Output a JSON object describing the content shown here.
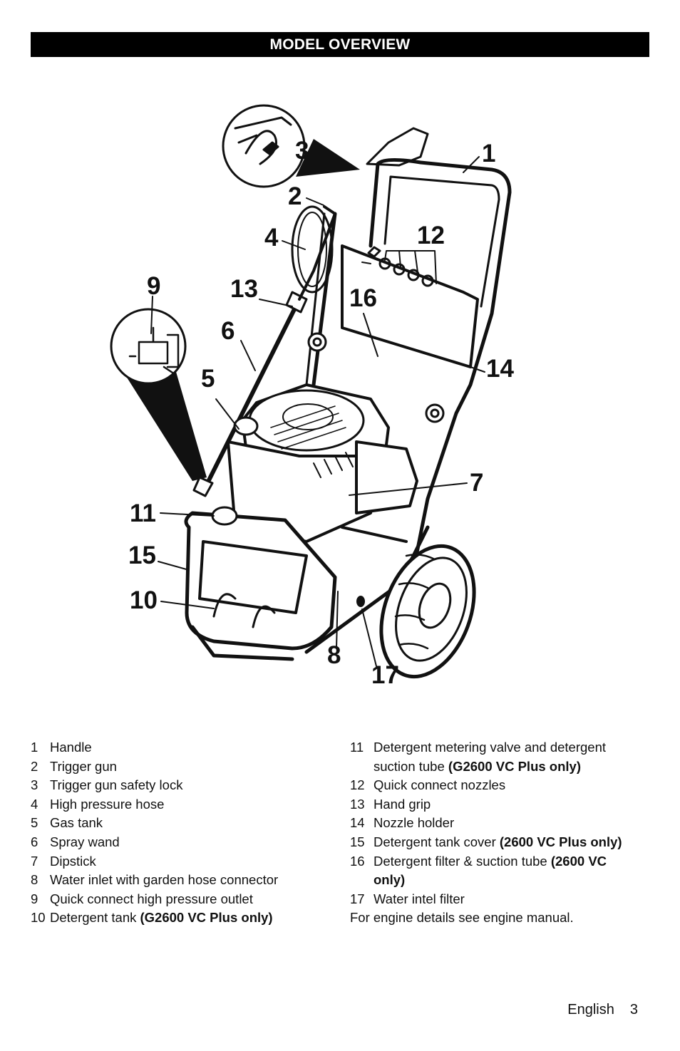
{
  "header": {
    "title": "MODEL OVERVIEW"
  },
  "figure": {
    "callouts": [
      "1",
      "2",
      "3",
      "4",
      "5",
      "6",
      "7",
      "8",
      "9",
      "10",
      "11",
      "12",
      "13",
      "14",
      "15",
      "16",
      "17"
    ]
  },
  "legend": {
    "left": [
      {
        "num": "1",
        "text": "Handle",
        "bold": ""
      },
      {
        "num": "2",
        "text": "Trigger gun",
        "bold": ""
      },
      {
        "num": "3",
        "text": "Trigger gun safety lock",
        "bold": ""
      },
      {
        "num": "4",
        "text": "High pressure hose",
        "bold": ""
      },
      {
        "num": "5",
        "text": "Gas tank",
        "bold": ""
      },
      {
        "num": "6",
        "text": "Spray wand",
        "bold": ""
      },
      {
        "num": "7",
        "text": "Dipstick",
        "bold": ""
      },
      {
        "num": "8",
        "text": "Water inlet with garden hose connector",
        "bold": ""
      },
      {
        "num": "9",
        "text": "Quick connect high pressure outlet",
        "bold": ""
      },
      {
        "num": "10",
        "text": "Detergent tank ",
        "bold": "(G2600 VC Plus only)"
      }
    ],
    "right": [
      {
        "num": "11",
        "text": "Detergent metering valve and detergent suction tube ",
        "bold": "(G2600 VC Plus only)"
      },
      {
        "num": "12",
        "text": "Quick connect nozzles",
        "bold": ""
      },
      {
        "num": "13",
        "text": "Hand grip",
        "bold": ""
      },
      {
        "num": "14",
        "text": "Nozzle holder",
        "bold": ""
      },
      {
        "num": "15",
        "text": "Detergent tank cover ",
        "bold": "(2600 VC Plus only)"
      },
      {
        "num": "16",
        "text": "Detergent filter & suction tube ",
        "bold": "(2600 VC only)"
      },
      {
        "num": "17",
        "text": "Water intel filter",
        "bold": ""
      }
    ],
    "note": "For engine details see engine manual."
  },
  "footer": {
    "language": "English",
    "page_number": "3"
  }
}
